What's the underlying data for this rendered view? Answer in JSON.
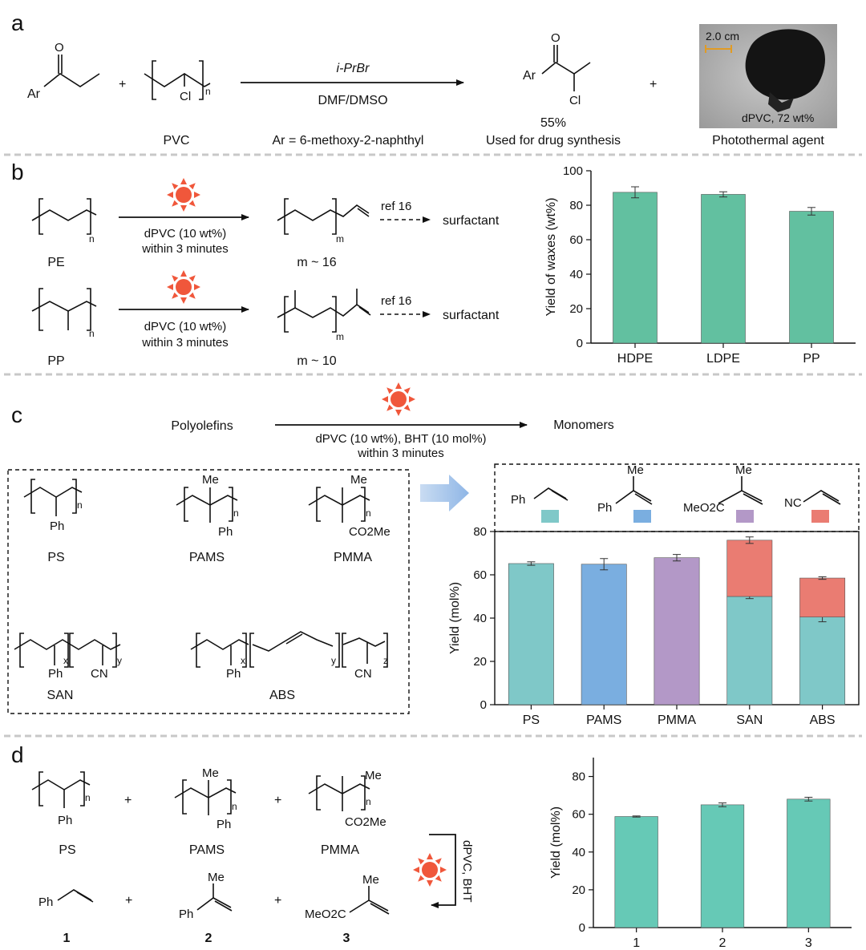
{
  "panels": {
    "a": {
      "letter": "a",
      "reagent_top": "i-PrBr",
      "reagent_bottom": "DMF/DMSO",
      "ar_label": "Ar",
      "o_label": "O",
      "cl_label": "Cl",
      "n_label": "n",
      "pvc_label": "PVC",
      "ar_def": "Ar = 6-methoxy-2-naphthyl",
      "yield": "55%",
      "use": "Used for drug synthesis",
      "plus": "+",
      "photo_scale": "2.0 cm",
      "photo_caption": "dPVC, 72 wt%",
      "photo_label": "Photothermal agent"
    },
    "b": {
      "letter": "b",
      "cond1": "dPVC (10 wt%)",
      "cond2": "within 3 minutes",
      "ref": "ref 16",
      "product": "surfactant",
      "pe_label": "PE",
      "pp_label": "PP",
      "m_pe": "m ~ 16",
      "m_pp": "m ~ 10",
      "n_label": "n",
      "m_label": "m"
    },
    "c": {
      "letter": "c",
      "left": "Polyolefins",
      "right": "Monomers",
      "cond1": "dPVC (10 wt%), BHT (10 mol%)",
      "cond2": "within 3 minutes",
      "ps": "PS",
      "pams": "PAMS",
      "pmma": "PMMA",
      "san": "SAN",
      "abs": "ABS",
      "ph": "Ph",
      "me": "Me",
      "co2me": "CO2Me",
      "cn": "CN",
      "meo2c": "MeO2C",
      "nc": "NC",
      "x": "x",
      "y": "y",
      "z": "z",
      "n": "n"
    },
    "d": {
      "letter": "d",
      "cond": "dPVC, BHT",
      "ps": "PS",
      "pams": "PAMS",
      "pmma": "PMMA",
      "c1": "1",
      "c2": "2",
      "c3": "3",
      "ph": "Ph",
      "me": "Me",
      "co2me": "CO2Me",
      "meo2c": "MeO2C",
      "plus": "+",
      "n": "n"
    }
  },
  "colors": {
    "sun": "#f0573b",
    "green": "#62c0a0",
    "styrene": "#7fc8c8",
    "ams": "#7aaee0",
    "mma": "#b398c7",
    "an": "#ea7c72",
    "d_bar": "#66c9b6"
  },
  "chart_data": [
    {
      "type": "bar",
      "categories": [
        "HDPE",
        "LDPE",
        "PP"
      ],
      "values": [
        87.5,
        86.3,
        76.5
      ],
      "errors": [
        3.2,
        1.5,
        2.2
      ],
      "xlabel": "",
      "ylabel": "Yield of waxes (wt%)",
      "ylim": [
        0,
        100
      ],
      "yticks": [
        0,
        20,
        40,
        60,
        80,
        100
      ]
    },
    {
      "type": "bar",
      "stacked": true,
      "categories": [
        "PS",
        "PAMS",
        "PMMA",
        "SAN",
        "ABS"
      ],
      "series": [
        {
          "values": [
            65.2,
            64.9,
            67.9,
            50.0,
            40.5
          ],
          "errors": [
            0.8,
            2.6,
            1.5,
            1.0,
            2.2
          ],
          "colors": [
            "#7fc8c8",
            "#7aaee0",
            "#b398c7",
            "#7fc8c8",
            "#7fc8c8"
          ]
        },
        {
          "values": [
            0,
            0,
            0,
            26.0,
            18.0
          ],
          "errors": [
            0,
            0,
            0,
            1.5,
            0.6
          ],
          "colors": [
            "#ea7c72",
            "#ea7c72",
            "#ea7c72",
            "#ea7c72",
            "#ea7c72"
          ]
        }
      ],
      "xlabel": "",
      "ylabel": "Yield (mol%)",
      "ylim": [
        0,
        80
      ],
      "yticks": [
        0,
        20,
        40,
        60,
        80
      ]
    },
    {
      "type": "bar",
      "categories": [
        "1",
        "2",
        "3"
      ],
      "values": [
        58.8,
        65.0,
        68.0
      ],
      "errors": [
        0.3,
        1.0,
        1.0
      ],
      "xlabel": "",
      "ylabel": "Yield (mol%)",
      "ylim": [
        0,
        90
      ],
      "yticks": [
        0,
        20,
        40,
        60,
        80
      ]
    }
  ]
}
